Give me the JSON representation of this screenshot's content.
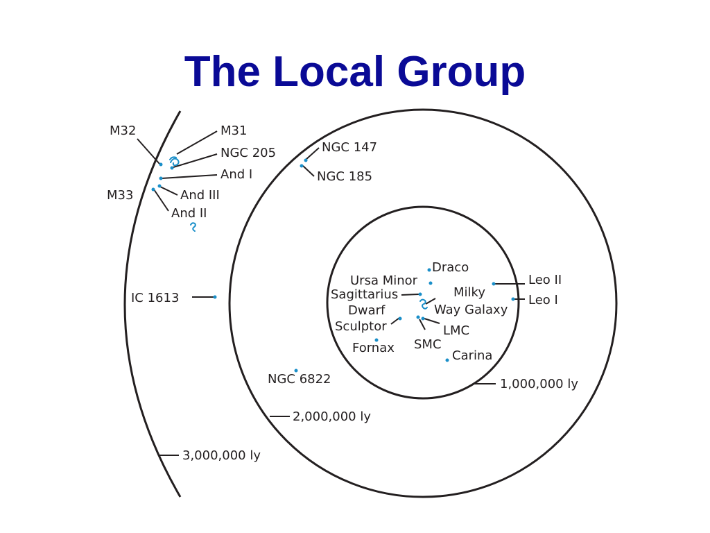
{
  "title": "The Local Group",
  "colors": {
    "title": "#0a0a96",
    "ink": "#231f20",
    "galaxy": "#1a8fc9",
    "background": "#ffffff"
  },
  "icons": {
    "galaxy_symbol": "spiral-galaxy-icon",
    "dwarf_galaxy": "dot-icon"
  },
  "rings": [
    {
      "label": "1,000,000 ly"
    },
    {
      "label": "2,000,000 ly"
    },
    {
      "label": "3,000,000 ly"
    }
  ],
  "galaxies": {
    "m32": "M32",
    "m31": "M31",
    "ngc205": "NGC 205",
    "and1": "And I",
    "m33": "M33",
    "and3": "And III",
    "and2": "And II",
    "ngc147": "NGC 147",
    "ngc185": "NGC 185",
    "ic1613": "IC 1613",
    "ngc6822": "NGC 6822",
    "draco": "Draco",
    "ursa_minor": "Ursa Minor",
    "sagittarius": "Sagittarius",
    "dwarf": "Dwarf",
    "sculptor": "Sculptor",
    "fornax": "Fornax",
    "milky": "Milky",
    "way_galaxy": "Way Galaxy",
    "lmc": "LMC",
    "smc": "SMC",
    "carina": "Carina",
    "leo2": "Leo II",
    "leo1": "Leo I"
  }
}
